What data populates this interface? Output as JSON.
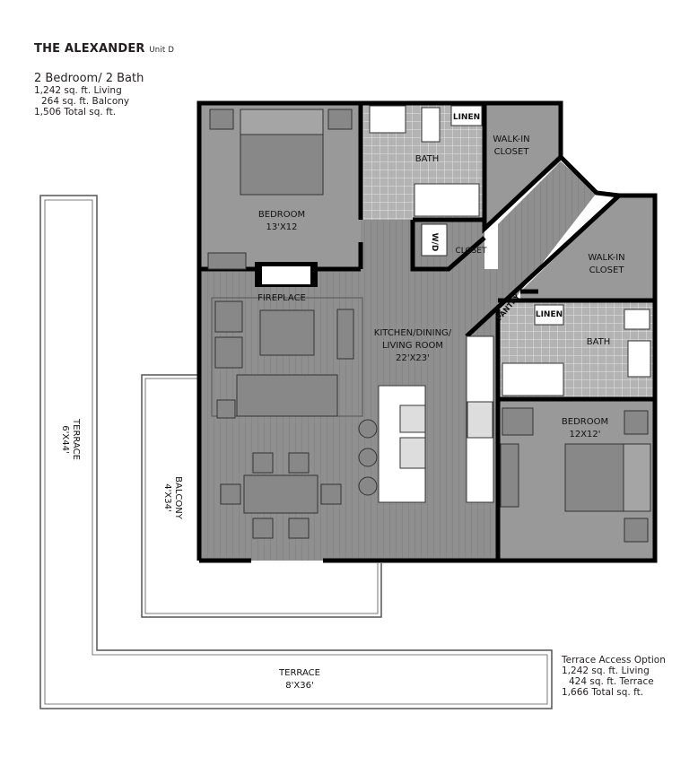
{
  "header": {
    "name": "THE ALEXANDER",
    "unit": "Unit D",
    "layout": "2 Bedroom/ 2 Bath",
    "living": "1,242 sq. ft. Living",
    "balcony": "264 sq. ft. Balcony",
    "total": "1,506 Total sq. ft."
  },
  "terrace_option": {
    "title": "Terrace Access Option",
    "living": "1,242 sq. ft. Living",
    "terrace": "424 sq. ft. Terrace",
    "total": "1,666 Total sq. ft."
  },
  "rooms": {
    "bedroom1": {
      "name": "BEDROOM",
      "size": "13'X12"
    },
    "bath1": "BATH",
    "linen1": "LINEN",
    "walkin1": {
      "line1": "WALK-IN",
      "line2": "CLOSET"
    },
    "wd": "W/D",
    "closet": "CLOSET",
    "fireplace": "FIREPLACE",
    "living": {
      "line1": "KITCHEN/DINING/",
      "line2": "LIVING ROOM",
      "size": "22'X23'"
    },
    "walkin2": {
      "line1": "WALK-IN",
      "line2": "CLOSET"
    },
    "pantry": "PANTRY",
    "linen2": "LINEN",
    "bath2": "BATH",
    "bedroom2": {
      "name": "BEDROOM",
      "size": "12X12'"
    },
    "balcony": {
      "name": "BALCONY",
      "size": "4'X34'"
    },
    "terrace_side": {
      "name": "TERRACE",
      "size": "6'X44'"
    },
    "terrace_bottom": {
      "name": "TERRACE",
      "size": "8'X36'"
    }
  },
  "colors": {
    "floor": "#8f8f8f",
    "carpet": "#9a9a9a",
    "wall": "#000000",
    "tile": "#b5b5b5"
  }
}
